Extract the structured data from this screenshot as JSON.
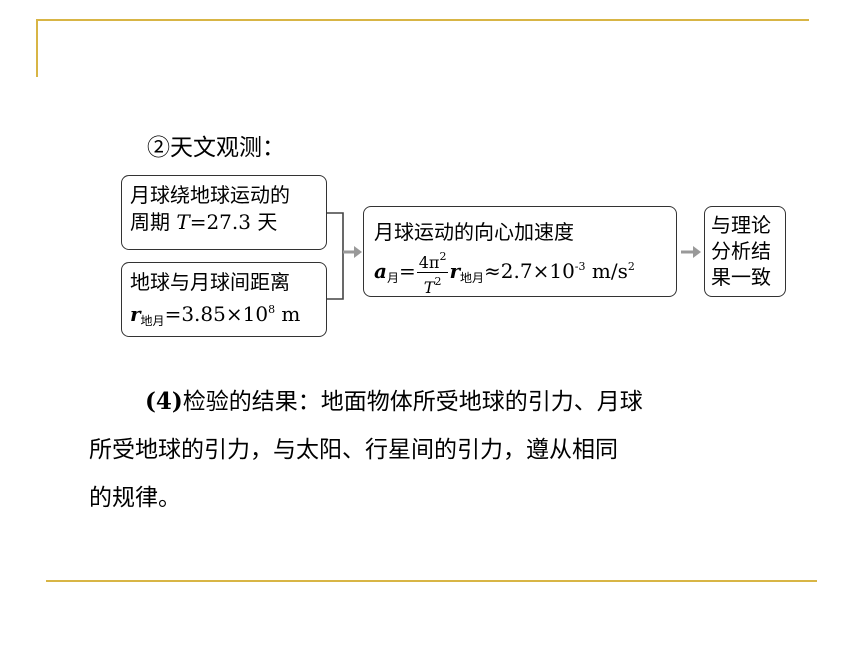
{
  "heading": "②天文观测：",
  "box_period": {
    "line1": "月球绕地球运动的",
    "line2_prefix": "周期 ",
    "line2_var": "T",
    "line2_value": "=27.3 天"
  },
  "box_distance": {
    "line1": "地球与月球间距离",
    "var": "r",
    "var_sub": "地月",
    "value": "=3.85×10",
    "exp": "8",
    "unit": " m"
  },
  "box_accel": {
    "line1": "月球运动的向心加速度",
    "var": "a",
    "var_sub": "月",
    "eq": "=",
    "frac_num": "4π",
    "frac_num_exp": "2",
    "frac_den": "T",
    "frac_den_exp": "2",
    "r_var": "r",
    "r_sub": "地月",
    "approx": "≈2.7×10",
    "exp": "-3",
    "unit": " m/s",
    "unit_exp": "2"
  },
  "box_conclusion": {
    "line1": "与理论",
    "line2": "分析结",
    "line3": "果一致"
  },
  "paragraph": {
    "label": "(4)",
    "line1": "检验的结果：地面物体所受地球的引力、月球",
    "line2": "所受地球的引力，与太阳、行星间的引力，遵从相同",
    "line3": "的规律。"
  }
}
